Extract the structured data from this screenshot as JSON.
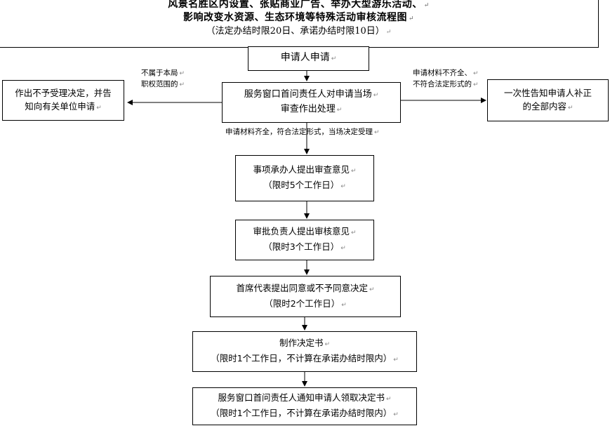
{
  "header": {
    "title_line1": "风景名胜区内设置、张贴商业广告、举办大型游乐活动、",
    "title_line2": "影响改变水资源、生态环境等特殊活动审核流程图",
    "subtitle": "（法定办结时限20日、承诺办结时限10日）"
  },
  "steps": {
    "apply": "申请人申请",
    "window_review_line1": "服务窗口首问责任人对申请当场",
    "window_review_line2": "审查作出处理",
    "reject_line1": "作出不予受理决定，并告",
    "reject_line2": "知向有关单位申请",
    "notify_line1": "一次性告知申请人补正",
    "notify_line2": "的全部内容",
    "handler_line1": "事项承办人提出审查意见",
    "handler_line2": "（限时5个工作日）",
    "approver_line1": "审批负责人提出审核意见",
    "approver_line2": "（限时3个工作日）",
    "chief_line1": "首席代表提出同意或不予同意决定",
    "chief_line2": "（限时2个工作日）",
    "make_line1": "制作决定书",
    "make_line2": "（限时1个工作日，不计算在承诺办结时限内）",
    "pickup_line1": "服务窗口首问责任人通知申请人领取决定书",
    "pickup_line2": "（限时1个工作日，不计算在承诺办结时限内）"
  },
  "edge_labels": {
    "not_in_scope_line1": "不属于本局",
    "not_in_scope_line2": "职权范围的",
    "incomplete_line1": "申请材料不齐全、",
    "incomplete_line2": "不符合法定形式的",
    "accepted": "申请材料齐全，符合法定形式，当场决定受理"
  },
  "marks": {
    "para": "↵"
  }
}
